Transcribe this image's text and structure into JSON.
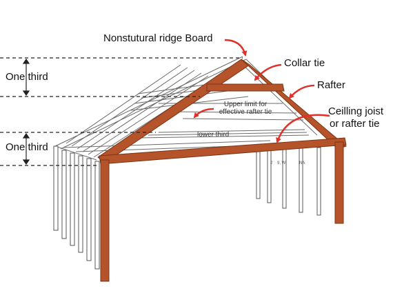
{
  "labels": {
    "ridge_board": "Nonstutural ridge Board",
    "collar_tie": "Collar tie",
    "rafter": "Rafter",
    "ceiling_joist": "Ceilling joist",
    "rafter_tie": "or rafter tie",
    "upper_limit_line1": "Upper limit for",
    "upper_limit_line2": "effective rafter tie",
    "lower_third": "lower third",
    "one_third_top": "One third",
    "one_third_bottom": "One third"
  },
  "colors": {
    "timber": "#b5532a",
    "timber_edge": "#7a3416",
    "arrow": "#e0312a",
    "frame_line": "#666666",
    "guide_line": "#222222"
  },
  "icons": {
    "pointer": "curved-arrow"
  }
}
